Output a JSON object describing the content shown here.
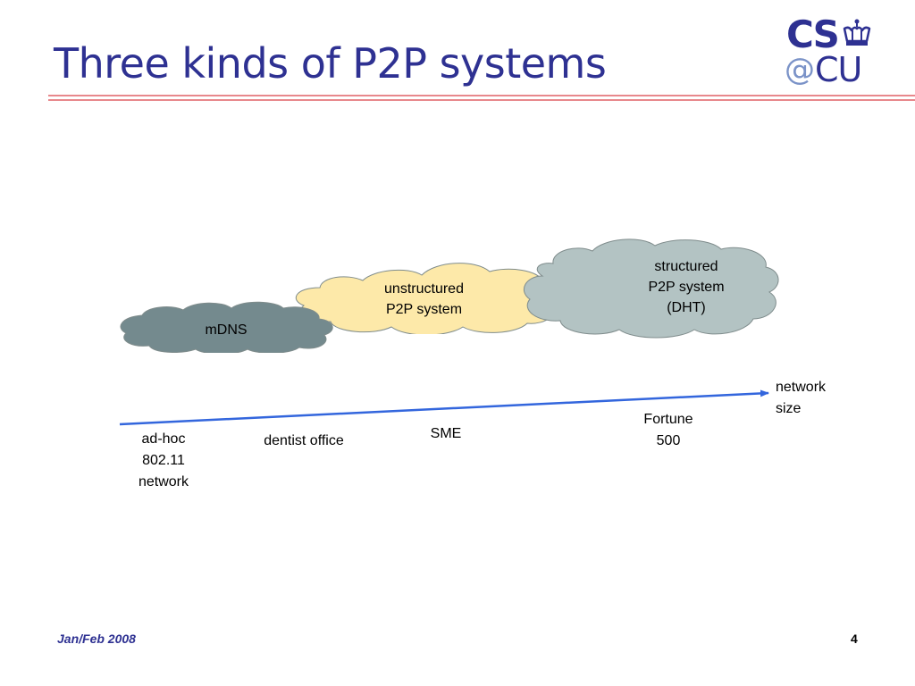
{
  "slide": {
    "title": "Three kinds of P2P systems",
    "logo": {
      "cs": "CS",
      "at": "@",
      "cu": "CU"
    },
    "clouds": [
      {
        "name": "mdns",
        "label": "mDNS",
        "fill": "#748a8e"
      },
      {
        "name": "unstructured",
        "label": "unstructured\nP2P system",
        "fill": "#fde9a9"
      },
      {
        "name": "structured",
        "label": "structured\nP2P system\n(DHT)",
        "fill": "#b3c3c3"
      }
    ],
    "axis": {
      "color": "#3366dd",
      "end_label": "network\nsize"
    },
    "scale_points": [
      {
        "name": "adhoc",
        "label": "ad-hoc\n802.11\nnetwork"
      },
      {
        "name": "dentist",
        "label": "dentist office"
      },
      {
        "name": "sme",
        "label": "SME"
      },
      {
        "name": "fortune",
        "label": "Fortune\n500"
      }
    ],
    "footer": {
      "date": "Jan/Feb 2008",
      "page": "4"
    },
    "colors": {
      "title": "#2e3192",
      "rule": "#e8888c",
      "cloud_stroke": "#7f8c8c"
    }
  }
}
